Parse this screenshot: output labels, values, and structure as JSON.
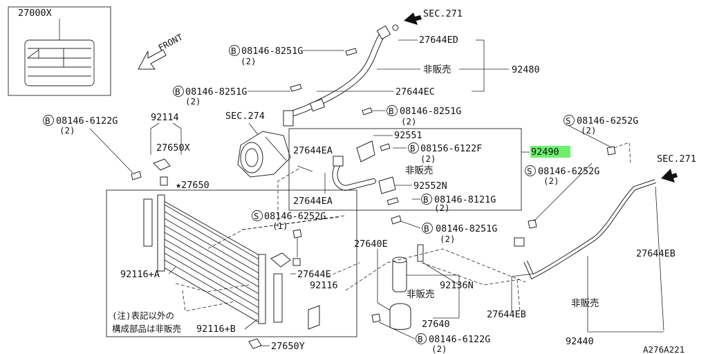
{
  "diagram_id": "A276A221",
  "highlight_color": "#6cf06c",
  "labels": {
    "p27000x": "27000X",
    "front": "FRONT",
    "sec271_top": "SEC.271",
    "sec271_right": "SEC.271",
    "sec274": "SEC.274",
    "b_8251g_1": "08146-8251G",
    "b_8251g_1_qty": "(2)",
    "b_8251g_2": "08146-8251G",
    "b_8251g_2_qty": "(2)",
    "b_8251g_3": "08146-8251G",
    "b_8251g_3_qty": "(2)",
    "b_8251g_4": "08146-8251G",
    "b_8251g_4_qty": "(2)",
    "b_6122g_1": "08146-6122G",
    "b_6122g_1_qty": "(2)",
    "b_6122g_2": "08146-6122G",
    "b_6122g_2_qty": "(2)",
    "b_6122f": "08156-6122F",
    "b_6122f_qty": "(2)",
    "b_8121g": "08146-8121G",
    "b_8121g_qty": "(2)",
    "s_6252g_1": "08146-6252G",
    "s_6252g_1_qty": "(2)",
    "s_6252g_2": "08146-6252G",
    "s_6252g_2_qty": "(2)",
    "s_6252g_3": "08146-6252G",
    "s_6252g_3_qty": "(1)",
    "p27644ed": "27644ED",
    "p27644ec": "27644EC",
    "p27644ea_1": "27644EA",
    "p27644ea_2": "27644EA",
    "p27644e": "27644E",
    "p27644eb_1": "27644EB",
    "p27644eb_2": "27644EB",
    "p92480": "92480",
    "p92490": "92490",
    "p92551": "92551",
    "p92552n": "92552N",
    "p92114": "92114",
    "p27650x": "27650X",
    "p27650": "★27650",
    "p92116a": "92116+A",
    "p92116": "92116",
    "p92116b": "92116+B",
    "p27650y": "27650Y",
    "p27640e": "27640E",
    "p27640": "27640",
    "p92136n": "92136N",
    "p92440": "92440",
    "not_sold_1": "非販売",
    "not_sold_2": "非販売",
    "not_sold_3": "非販売",
    "not_sold_4": "非販売",
    "note_line1": "(注)表記以外の",
    "note_line2": "構成部品は非販売",
    "b_mark": "B",
    "s_mark": "S"
  }
}
